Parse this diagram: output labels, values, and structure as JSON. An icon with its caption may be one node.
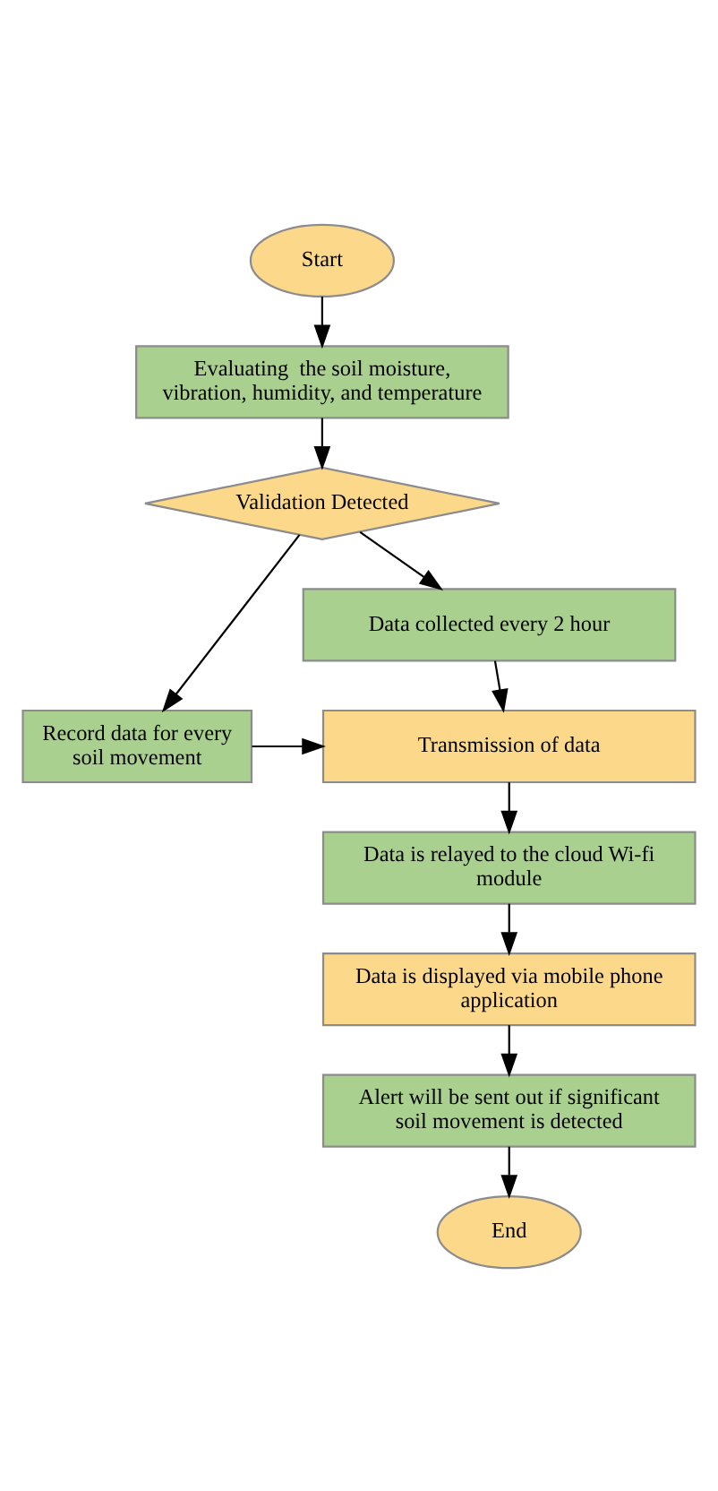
{
  "diagram": {
    "nodes": [
      {
        "text": [
          "Start"
        ]
      },
      {
        "text": [
          "Evaluating  the soil moisture, vibration, humidity, and temperature"
        ]
      },
      {
        "text": [
          "Validation Detected"
        ]
      },
      {
        "text": [
          "Data collected every 2 hour"
        ]
      },
      {
        "text": [
          "Transmission of data"
        ]
      },
      {
        "text": [
          "Record data for every soil movement"
        ]
      },
      {
        "text": [
          "Data is relayed to the cloud Wi-fi module"
        ]
      },
      {
        "text": [
          "Data is displayed via mobile phone application"
        ]
      },
      {
        "text": [
          "Alert will be sent out if significant soil movement is detected"
        ]
      },
      {
        "text": [
          "End"
        ]
      }
    ],
    "edges": [
      {
        "from": 0,
        "to": 1,
        "arrow": "to"
      },
      {
        "from": 1,
        "to": 2,
        "arrow": "to"
      },
      {
        "from": 2,
        "to": 3,
        "arrow": "to"
      },
      {
        "from": 3,
        "to": 4,
        "arrow": "to"
      },
      {
        "from": 2,
        "to": 5,
        "arrow": "to"
      },
      {
        "from": 5,
        "to": 4,
        "arrow": "to"
      },
      {
        "from": 4,
        "to": 6,
        "arrow": "to"
      },
      {
        "from": 6,
        "to": 7,
        "arrow": "to"
      },
      {
        "from": 7,
        "to": 8,
        "arrow": "to"
      },
      {
        "from": 8,
        "to": 9,
        "arrow": "to"
      }
    ]
  }
}
